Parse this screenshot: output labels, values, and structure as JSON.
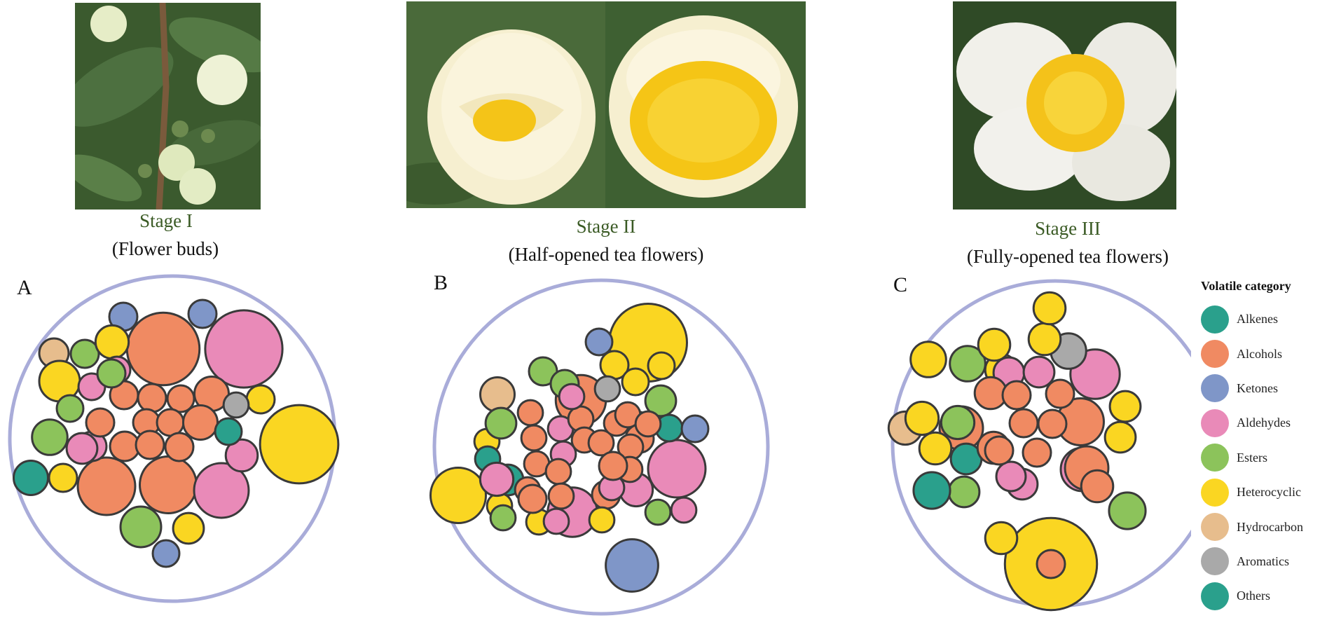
{
  "stages": [
    {
      "title": "Stage I",
      "subtitle": "(Flower buds)"
    },
    {
      "title": "Stage II",
      "subtitle": "(Half-opened tea flowers)"
    },
    {
      "title": "Stage III",
      "subtitle": "(Fully-opened tea flowers)"
    }
  ],
  "panels": [
    "A",
    "B",
    "C"
  ],
  "legend": {
    "title": "Volatile category",
    "items": [
      {
        "label": "Alkenes",
        "color": "#2aa08c"
      },
      {
        "label": "Alcohols",
        "color": "#f08a62"
      },
      {
        "label": "Ketones",
        "color": "#7f96c8"
      },
      {
        "label": "Aldehydes",
        "color": "#e98ab8"
      },
      {
        "label": "Esters",
        "color": "#8cc35b"
      },
      {
        "label": "Heterocyclic",
        "color": "#fad622"
      },
      {
        "label": "Hydrocarbon",
        "color": "#e7bd8d"
      },
      {
        "label": "Aromatics",
        "color": "#a9a9a9"
      },
      {
        "label": "Others",
        "color": "#2aa08c"
      }
    ]
  },
  "chart_data": [
    {
      "type": "bubble",
      "panel": "A",
      "stage": "Stage I",
      "bubbles": [
        {
          "category": "Alcohols",
          "value": 6.7
        },
        {
          "category": "Aldehydes",
          "value": 7.6
        },
        {
          "category": "Heterocyclic",
          "value": 7.8
        },
        {
          "category": "Alcohols",
          "value": 4.2
        },
        {
          "category": "Alcohols",
          "value": 4.1
        },
        {
          "category": "Aldehydes",
          "value": 3.8
        },
        {
          "category": "Esters",
          "value": 2.1
        },
        {
          "category": "Esters",
          "value": 1.6
        },
        {
          "category": "Hydrocarbon",
          "value": 1.1
        },
        {
          "category": "Ketones",
          "value": 1.0
        },
        {
          "category": "Ketones",
          "value": 1.0
        },
        {
          "category": "Esters",
          "value": 1.0
        },
        {
          "category": "Heterocyclic",
          "value": 1.4
        },
        {
          "category": "Heterocyclic",
          "value": 2.1
        },
        {
          "category": "Heterocyclic",
          "value": 1.2
        },
        {
          "category": "Heterocyclic",
          "value": 1.0
        },
        {
          "category": "Heterocyclic",
          "value": 1.0
        },
        {
          "category": "Aldehydes",
          "value": 1.3
        },
        {
          "category": "Aldehydes",
          "value": 0.9
        },
        {
          "category": "Aldehydes",
          "value": 0.9
        },
        {
          "category": "Aldehydes",
          "value": 1.1
        },
        {
          "category": "Aldehydes",
          "value": 1.2
        },
        {
          "category": "Alcohols",
          "value": 1.5
        },
        {
          "category": "Alcohols",
          "value": 1.0
        },
        {
          "category": "Alcohols",
          "value": 1.0
        },
        {
          "category": "Alcohols",
          "value": 1.0
        },
        {
          "category": "Alcohols",
          "value": 0.9
        },
        {
          "category": "Alcohols",
          "value": 0.9
        },
        {
          "category": "Alcohols",
          "value": 0.9
        },
        {
          "category": "Alcohols",
          "value": 1.5
        },
        {
          "category": "Alcohols",
          "value": 1.1
        },
        {
          "category": "Alcohols",
          "value": 1.0
        },
        {
          "category": "Alcohols",
          "value": 1.0
        },
        {
          "category": "Aromatics",
          "value": 0.8
        },
        {
          "category": "Others",
          "value": 0.9
        },
        {
          "category": "Others",
          "value": 1.5
        },
        {
          "category": "Esters",
          "value": 0.9
        },
        {
          "category": "Esters",
          "value": 1.0
        },
        {
          "category": "Ketones",
          "value": 0.9
        }
      ]
    },
    {
      "type": "bubble",
      "panel": "B",
      "stage": "Stage II",
      "bubbles": [
        {
          "category": "Heterocyclic",
          "value": 7.7
        },
        {
          "category": "Aldehydes",
          "value": 4.2
        },
        {
          "category": "Alcohols",
          "value": 3.2
        },
        {
          "category": "Heterocyclic",
          "value": 3.9
        },
        {
          "category": "Ketones",
          "value": 3.5
        },
        {
          "category": "Aldehydes",
          "value": 3.1
        },
        {
          "category": "Hydrocarbon",
          "value": 1.5
        },
        {
          "category": "Esters",
          "value": 1.0
        },
        {
          "category": "Esters",
          "value": 1.0
        },
        {
          "category": "Ketones",
          "value": 0.9
        },
        {
          "category": "Heterocyclic",
          "value": 0.9
        },
        {
          "category": "Heterocyclic",
          "value": 1.0
        },
        {
          "category": "Esters",
          "value": 1.2
        },
        {
          "category": "Others",
          "value": 0.9
        },
        {
          "category": "Ketones",
          "value": 0.9
        },
        {
          "category": "Heterocyclic",
          "value": 0.9
        },
        {
          "category": "Heterocyclic",
          "value": 0.8
        },
        {
          "category": "Aromatics",
          "value": 0.8
        },
        {
          "category": "Heterocyclic",
          "value": 0.8
        },
        {
          "category": "Others",
          "value": 0.8
        },
        {
          "category": "Esters",
          "value": 1.2
        },
        {
          "category": "Others",
          "value": 1.2
        },
        {
          "category": "Heterocyclic",
          "value": 0.8
        },
        {
          "category": "Aldehydes",
          "value": 1.4
        },
        {
          "category": "Aldehydes",
          "value": 1.4
        },
        {
          "category": "Alcohols",
          "value": 1.0
        },
        {
          "category": "Alcohols",
          "value": 1.0
        },
        {
          "category": "Esters",
          "value": 0.8
        },
        {
          "category": "Heterocyclic",
          "value": 0.8
        },
        {
          "category": "Esters",
          "value": 0.8
        },
        {
          "category": "Heterocyclic",
          "value": 0.8
        },
        {
          "category": "Aldehydes",
          "value": 0.8
        },
        {
          "category": "Aldehydes",
          "value": 0.8
        },
        {
          "category": "Aldehydes",
          "value": 0.8
        },
        {
          "category": "Aldehydes",
          "value": 0.8
        },
        {
          "category": "Aldehydes",
          "value": 0.8
        },
        {
          "category": "Alcohols",
          "value": 0.8
        },
        {
          "category": "Alcohols",
          "value": 0.8
        },
        {
          "category": "Alcohols",
          "value": 0.8
        },
        {
          "category": "Alcohols",
          "value": 0.8
        },
        {
          "category": "Alcohols",
          "value": 0.8
        },
        {
          "category": "Alcohols",
          "value": 0.8
        },
        {
          "category": "Alcohols",
          "value": 0.8
        },
        {
          "category": "Alcohols",
          "value": 0.8
        },
        {
          "category": "Alcohols",
          "value": 0.8
        },
        {
          "category": "Alcohols",
          "value": 0.8
        },
        {
          "category": "Alcohols",
          "value": 0.8
        },
        {
          "category": "Alcohols",
          "value": 0.8
        },
        {
          "category": "Alcohols",
          "value": 0.8
        },
        {
          "category": "Alcohols",
          "value": 0.8
        },
        {
          "category": "Alcohols",
          "value": 1.0
        },
        {
          "category": "Alcohols",
          "value": 1.0
        },
        {
          "category": "Aldehydes",
          "value": 0.8
        }
      ]
    },
    {
      "type": "bubble",
      "panel": "C",
      "stage": "Stage III",
      "bubbles": [
        {
          "category": "Heterocyclic",
          "value": 10.8
        },
        {
          "category": "Aldehydes",
          "value": 3.1
        },
        {
          "category": "Aldehydes",
          "value": 2.4
        },
        {
          "category": "Alcohols",
          "value": 2.8
        },
        {
          "category": "Alcohols",
          "value": 2.4
        },
        {
          "category": "Alcohols",
          "value": 2.4
        },
        {
          "category": "Esters",
          "value": 1.7
        },
        {
          "category": "Esters",
          "value": 1.6
        },
        {
          "category": "Esters",
          "value": 1.2
        },
        {
          "category": "Esters",
          "value": 1.4
        },
        {
          "category": "Others",
          "value": 1.7
        },
        {
          "category": "Others",
          "value": 1.2
        },
        {
          "category": "Hydrocarbon",
          "value": 1.4
        },
        {
          "category": "Aromatics",
          "value": 1.6
        },
        {
          "category": "Heterocyclic",
          "value": 1.6
        },
        {
          "category": "Heterocyclic",
          "value": 1.4
        },
        {
          "category": "Heterocyclic",
          "value": 1.3
        },
        {
          "category": "Heterocyclic",
          "value": 1.2
        },
        {
          "category": "Heterocyclic",
          "value": 1.2
        },
        {
          "category": "Heterocyclic",
          "value": 1.3
        },
        {
          "category": "Heterocyclic",
          "value": 1.3
        },
        {
          "category": "Heterocyclic",
          "value": 1.3
        },
        {
          "category": "Heterocyclic",
          "value": 1.3
        },
        {
          "category": "Heterocyclic",
          "value": 1.3
        },
        {
          "category": "Aldehydes",
          "value": 1.2
        },
        {
          "category": "Aldehydes",
          "value": 1.2
        },
        {
          "category": "Aldehydes",
          "value": 1.2
        },
        {
          "category": "Aldehydes",
          "value": 1.1
        },
        {
          "category": "Alcohols",
          "value": 1.3
        },
        {
          "category": "Alcohols",
          "value": 1.3
        },
        {
          "category": "Alcohols",
          "value": 1.3
        },
        {
          "category": "Alcohols",
          "value": 1.0
        },
        {
          "category": "Alcohols",
          "value": 1.0
        },
        {
          "category": "Alcohols",
          "value": 1.0
        },
        {
          "category": "Alcohols",
          "value": 1.0
        },
        {
          "category": "Alcohols",
          "value": 1.0
        },
        {
          "category": "Alcohols",
          "value": 1.0
        },
        {
          "category": "Alcohols",
          "value": 1.0
        }
      ]
    }
  ]
}
